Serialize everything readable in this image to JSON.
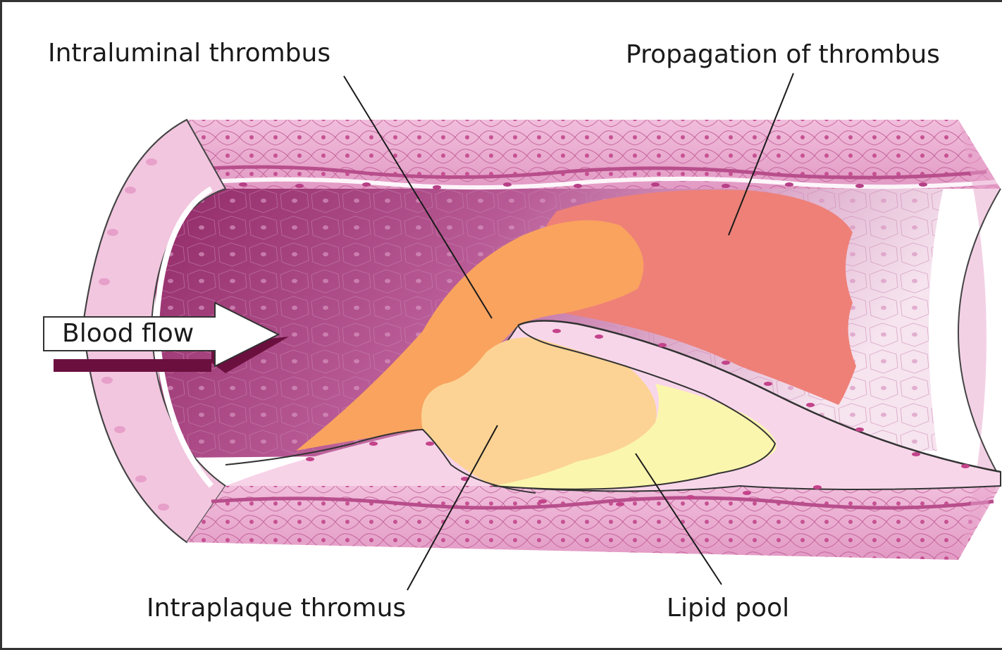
{
  "labels": {
    "intraluminal": "Intraluminal thrombus",
    "propagation": "Propagation of thrombus",
    "blood_flow": "Blood flow",
    "intraplaque": "Intraplaque thromus",
    "lipid_pool": "Lipid pool"
  },
  "colors": {
    "vessel_wall": "#e8a9cf",
    "wall_cells": "#d77fb3",
    "lumen_dark": "#9c2f6d",
    "lumen_light": "#f3d7e8",
    "thrombus_orange": "#f9a35f",
    "thrombus_red": "#ee8078",
    "intraplaque": "#fcd394",
    "lipid": "#fbf6ad",
    "plaque_cap": "#f6cfe6",
    "arrow_shadow": "#6b0f3e"
  }
}
